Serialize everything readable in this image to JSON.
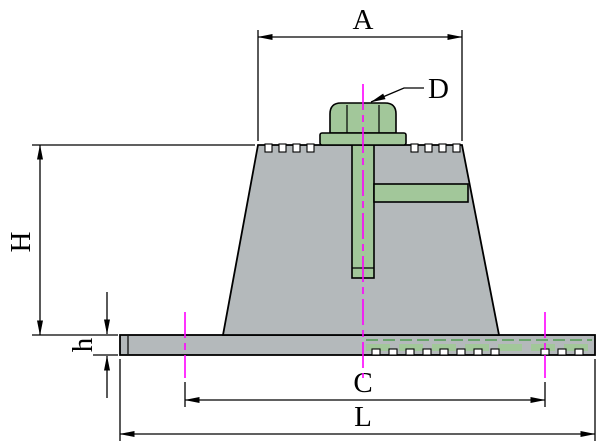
{
  "drawing": {
    "labels": {
      "A": "A",
      "D": "D",
      "H": "H",
      "h": "h",
      "C": "C",
      "L": "L"
    },
    "colors": {
      "body_gray": "#b4b9bb",
      "hardware_green": "#a2c79a",
      "hidden_line_green": "#4f9e4f",
      "centerline_magenta": "#ff00ff",
      "outline_black": "#000000",
      "background_white": "#ffffff"
    }
  }
}
